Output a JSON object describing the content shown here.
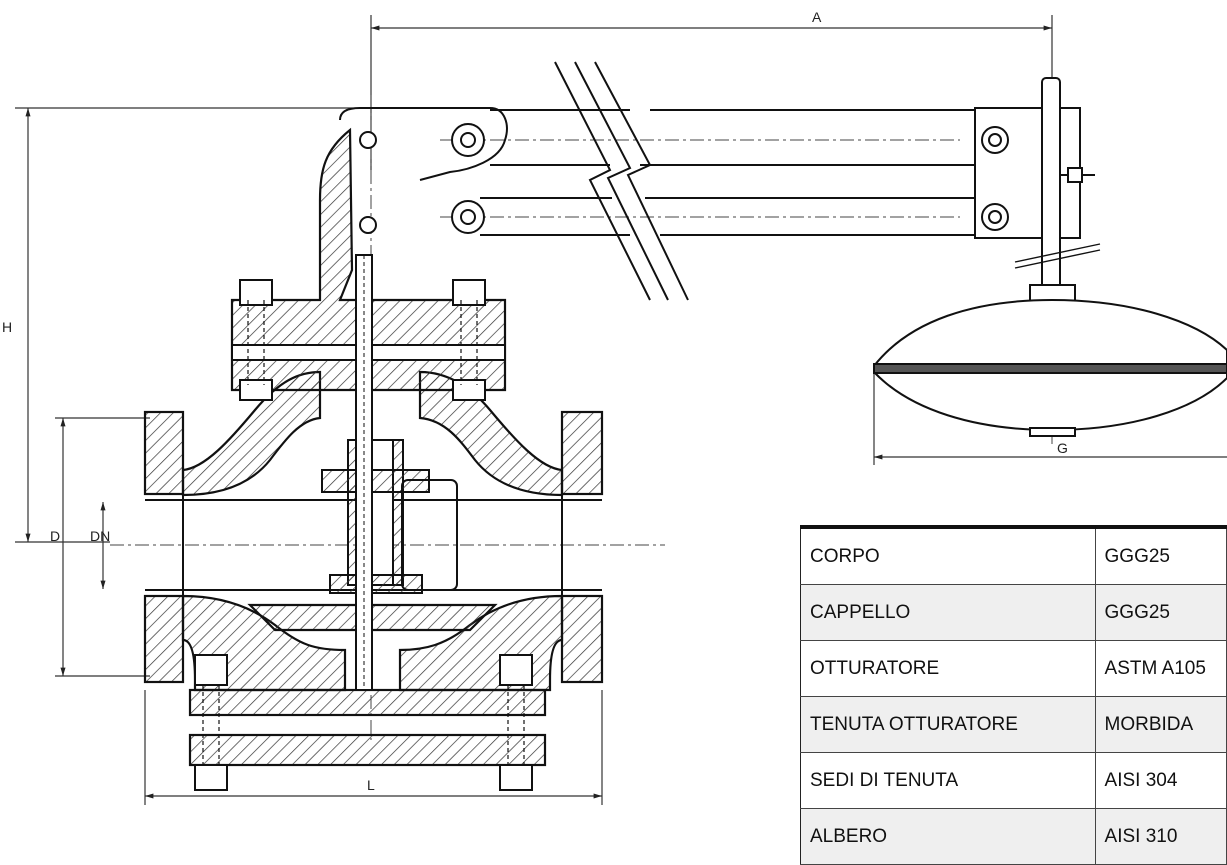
{
  "dimensions": {
    "A": "A",
    "H": "H",
    "D": "D",
    "DN": "DN",
    "L": "L",
    "G": "G"
  },
  "materials": [
    {
      "part": "CORPO",
      "material": "GGG25"
    },
    {
      "part": "CAPPELLO",
      "material": "GGG25"
    },
    {
      "part": "OTTURATORE",
      "material": "ASTM A105"
    },
    {
      "part": "TENUTA OTTURATORE",
      "material": "MORBIDA"
    },
    {
      "part": "SEDI DI TENUTA",
      "material": "AISI 304"
    },
    {
      "part": "ALBERO",
      "material": "AISI 310"
    }
  ]
}
